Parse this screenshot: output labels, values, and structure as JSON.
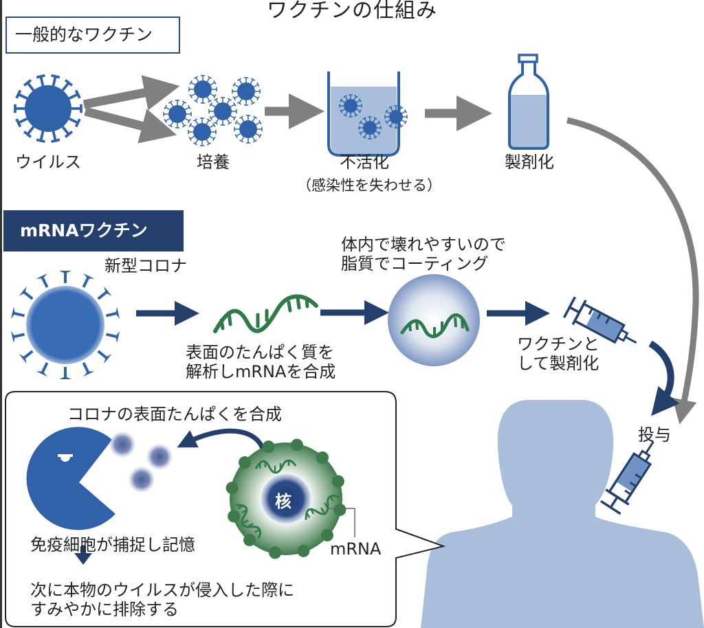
{
  "title": "ワクチンの仕組み",
  "sections": {
    "conventional": {
      "heading": "一般的なワクチン",
      "steps": [
        {
          "label": "ウイルス"
        },
        {
          "label": "培養"
        },
        {
          "label": "不活化",
          "note": "（感染性を失わせる）"
        },
        {
          "label": "製剤化"
        }
      ]
    },
    "mrna": {
      "heading": "mRNAワクチン",
      "steps": [
        {
          "label": "新型コロナ"
        },
        {
          "label_line1": "表面のたんぱく質を",
          "label_line2": "解析しmRNAを合成"
        },
        {
          "label_line1": "体内で壊れやすいので",
          "label_line2": "脂質でコーティング"
        },
        {
          "label_line1": "ワクチンと",
          "label_line2": "して製剤化"
        }
      ]
    }
  },
  "administration": {
    "label": "投与"
  },
  "callout": {
    "synthesis_label": "コロナの表面たんぱくを合成",
    "nucleus_label": "核",
    "mrna_label": "mRNA",
    "memory_label": "免疫細胞が捕捉し記憶",
    "result_line1": "次に本物のウイルスが侵入した際に",
    "result_line2": "すみやかに排除する"
  },
  "colors": {
    "virus_blue": "#2f62a8",
    "navy": "#243f6b",
    "arrow_gray": "#808080",
    "rna_green": "#2e7a4a",
    "body_blue": "#a9bedb",
    "liquid": "#a9bedb"
  }
}
